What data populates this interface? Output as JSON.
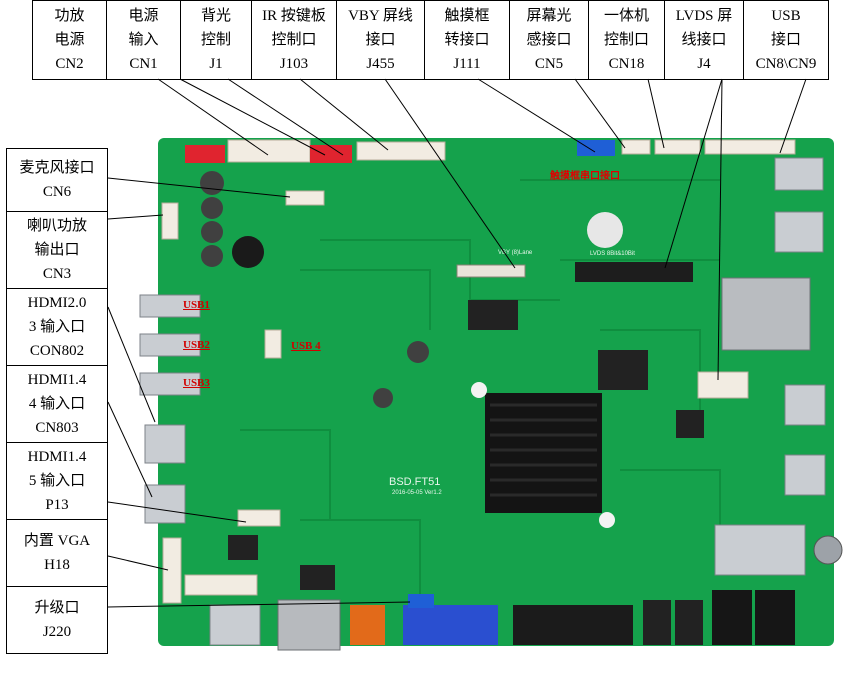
{
  "top_labels": [
    {
      "line1": "功放",
      "line2": "电源",
      "line3": "CN2"
    },
    {
      "line1": "电源",
      "line2": "输入",
      "line3": "CN1"
    },
    {
      "line1": "背光",
      "line2": "控制",
      "line3": "J1"
    },
    {
      "line1": "IR 按键板",
      "line2": "控制口",
      "line3": "J103"
    },
    {
      "line1": "VBY 屏线",
      "line2": "接口",
      "line3": "J455"
    },
    {
      "line1": "触摸框",
      "line2": "转接口",
      "line3": "J111"
    },
    {
      "line1": "屏幕光",
      "line2": "感接口",
      "line3": "CN5"
    },
    {
      "line1": "一体机",
      "line2": "控制口",
      "line3": "CN18"
    },
    {
      "line1": "LVDS 屏",
      "line2": "线接口",
      "line3": "J4"
    },
    {
      "line1": "USB",
      "line2": "接口",
      "line3": "CN8\\CN9"
    }
  ],
  "side_labels": [
    {
      "line1": "麦克风接口",
      "line2": "CN6"
    },
    {
      "line1": "喇叭功放",
      "line2": "输出口",
      "line3": "CN3"
    },
    {
      "line1": "HDMI2.0",
      "line2": "3 输入口",
      "line3": "CON802"
    },
    {
      "line1": "HDMI1.4",
      "line2": "4 输入口",
      "line3": "CN803"
    },
    {
      "line1": "HDMI1.4",
      "line2": "5 输入口",
      "line3": "P13"
    },
    {
      "line1": "内置 VGA",
      "line2": "H18"
    },
    {
      "line1": "升级口",
      "line2": "J220"
    }
  ],
  "board": {
    "usb_labels": [
      "USB1",
      "USB2",
      "USB3",
      "USB 4"
    ],
    "model": "BSD.FT51",
    "version": "2016-05-05 Ver1.2",
    "vby_label": "VBY (8)Lane",
    "lvds_label": "LVDS 8Bit&10Bit",
    "touch_note": "触摸框串口接口"
  },
  "colors": {
    "pcb": "#15a24c",
    "pcb_dark": "#0e7a37",
    "heatsink": "#141414",
    "connector_red": "#e0242f",
    "connector_white": "#f2ece2",
    "connector_blue": "#1f5fd6",
    "vga_blue": "#2a4fd0",
    "usb_red_label": "#d10000"
  }
}
